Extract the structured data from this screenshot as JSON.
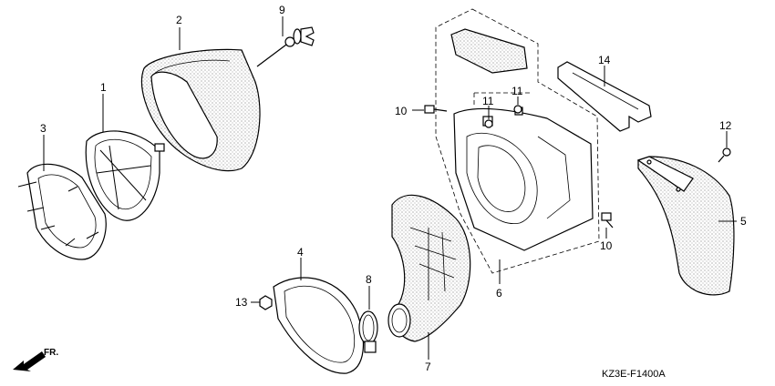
{
  "callouts": [
    "1",
    "2",
    "3",
    "4",
    "5",
    "6",
    "7",
    "8",
    "9",
    "10",
    "10",
    "11",
    "11",
    "12",
    "13",
    "14"
  ],
  "diagram_code": "KZ3E-F1400A",
  "direction_label": "FR."
}
